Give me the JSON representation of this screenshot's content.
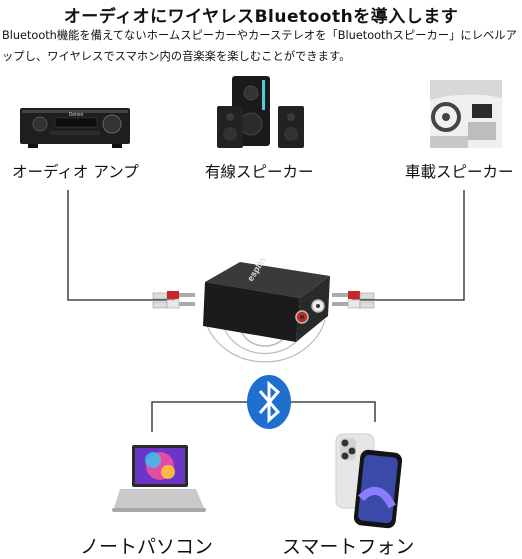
{
  "header": {
    "title": "オーディオにワイヤレスBluetoothを導入します",
    "description": "Bluetooth機能を備えてないホームスピーカーやカーステレオを「Bluetoothスピーカー」にレベルアップし、ワイヤレスでスマホン内の音楽楽を楽しむことができます。"
  },
  "devices": {
    "receiver_label": "オーディオ アンプ",
    "speaker_label": "有線スピーカー",
    "car_label": "車載スピーカー",
    "laptop_label": "ノートパソコン",
    "phone_label": "スマートフォン"
  },
  "adapter": {
    "brand": "esplin"
  },
  "receiver": {
    "brand": "Denon"
  },
  "icons": [
    "bluetooth-icon",
    "audio-receiver-icon",
    "speaker-icon",
    "car-dashboard-icon",
    "laptop-icon",
    "smartphone-icon",
    "bluetooth-adapter-icon"
  ],
  "colors": {
    "bluetooth": "#1f6fd1",
    "line": "#222222"
  }
}
